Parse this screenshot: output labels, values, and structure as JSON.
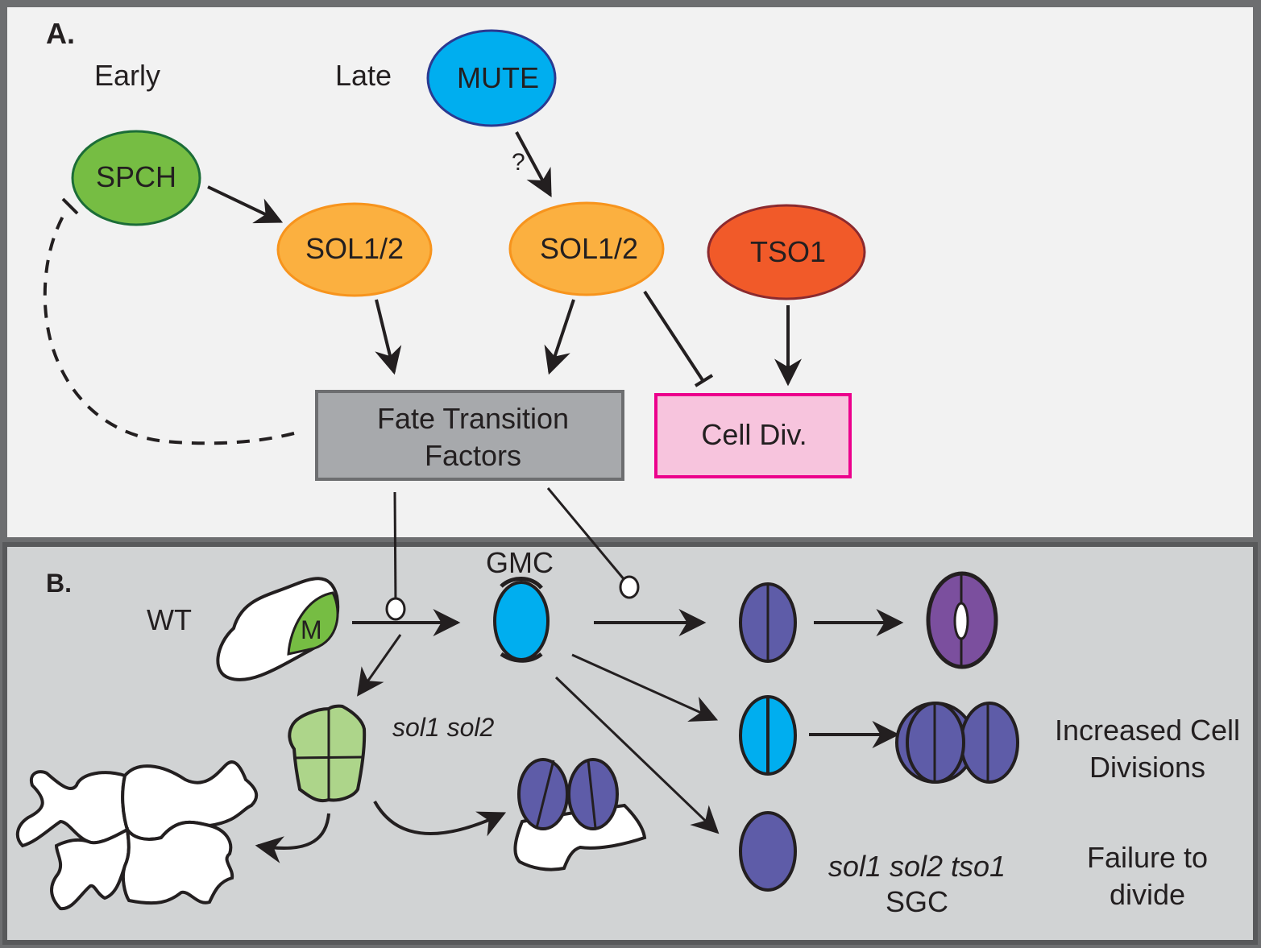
{
  "panel_a": {
    "label": "A.",
    "stage_early": "Early",
    "stage_late": "Late",
    "nodes": {
      "spch": {
        "label": "SPCH",
        "fill": "#76bd43",
        "stroke": "#1b6d37"
      },
      "mute": {
        "label": "MUTE",
        "fill": "#00aeef",
        "stroke": "#2b3990"
      },
      "sol_early": {
        "label": "SOL1/2",
        "fill": "#fbb040",
        "stroke": "#f7941d"
      },
      "sol_late": {
        "label": "SOL1/2",
        "fill": "#fbb040",
        "stroke": "#f7941d"
      },
      "tso1": {
        "label": "TSO1",
        "fill": "#f15a29",
        "stroke": "#8b2a2f"
      },
      "fate": {
        "line1": "Fate Transition",
        "line2": "Factors",
        "fill": "#a7a9ac",
        "stroke": "#6d6e70"
      },
      "celldiv": {
        "label": "Cell Div.",
        "fill": "#f7c4dd",
        "stroke": "#ec008c"
      }
    },
    "question_mark": "?"
  },
  "panel_b": {
    "label": "B.",
    "wt_label": "WT",
    "meristemoid_label": "M",
    "gmc_label": "GMC",
    "sol1_sol2_label": "sol1 sol2",
    "triple_mutant_label": "sol1 sol2 tso1",
    "sgc_label": "SGC",
    "outcome_increased_line1": "Increased Cell",
    "outcome_increased_line2": "Divisions",
    "outcome_failure_line1": "Failure to",
    "outcome_failure_line2": "divide",
    "colors": {
      "guard_cell": "#5e5ca8",
      "mature_stoma": "#7b4f9e",
      "gmc": "#00aeef",
      "meristemoid": "#76bd43",
      "sol_cluster": "#add58a"
    }
  },
  "colors": {
    "panel_a_bg": "#f2f2f2",
    "panel_b_bg": "#d1d3d4",
    "frame": "#6d6e70",
    "ink": "#231f20"
  }
}
